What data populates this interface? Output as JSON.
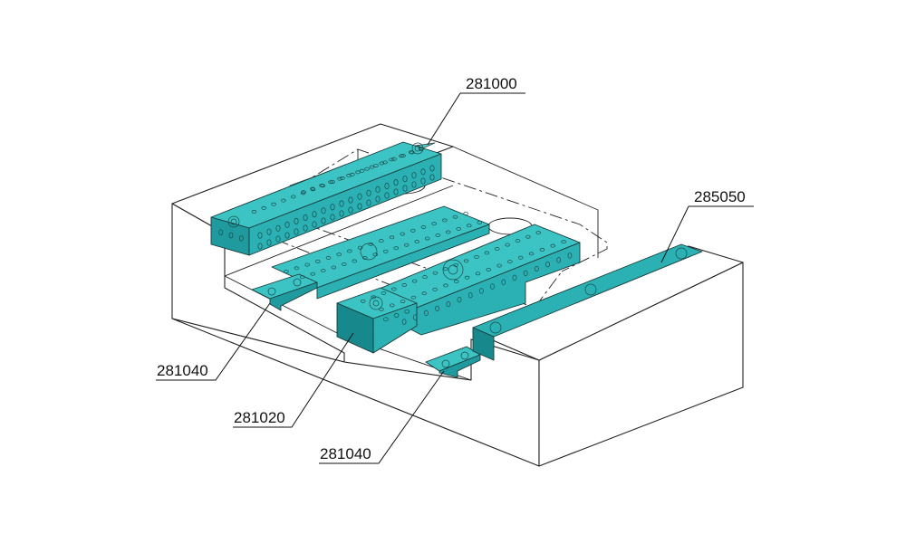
{
  "colors": {
    "teal_light": "#3cc4c4",
    "teal_dark": "#1f9a9e",
    "teal_deep": "#17898c",
    "line": "#222222"
  },
  "callouts": {
    "c281000": "281000",
    "c285050": "285050",
    "c281040_left": "281040",
    "c281020": "281020",
    "c281040_bottom": "281040"
  }
}
